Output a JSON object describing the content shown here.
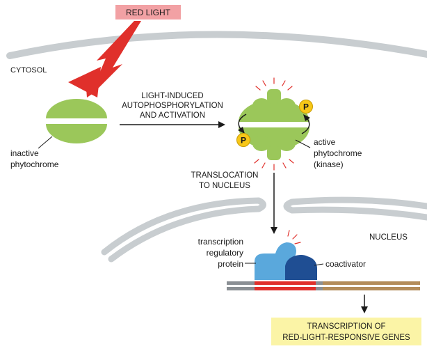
{
  "labels": {
    "red_light": "RED LIGHT",
    "cytosol": "CYTOSOL",
    "activation_line1": "LIGHT-INDUCED",
    "activation_line2": "AUTOPHOSPHORYLATION",
    "activation_line3": "AND ACTIVATION",
    "inactive_line1": "inactive",
    "inactive_line2": "phytochrome",
    "active_line1": "active",
    "active_line2": "phytochrome",
    "active_line3": "(kinase)",
    "phosphate_top": "P",
    "phosphate_bottom": "P",
    "translocation_line1": "TRANSLOCATION",
    "translocation_line2": "TO NUCLEUS",
    "nucleus": "NUCLEUS",
    "trp_line1": "transcription",
    "trp_line2": "regulatory",
    "trp_line3": "protein",
    "coactivator": "coactivator",
    "result_line1": "TRANSCRIPTION OF",
    "result_line2": "RED-LIGHT-RESPONSIVE GENES"
  },
  "colors": {
    "membrane": "#c8cdd0",
    "phytochrome": "#9bc75a",
    "lightning": "#e0302b",
    "red_light_box": "#f2a1a4",
    "phosphate": "#f7c718",
    "regulatory_protein": "#5aa8dc",
    "coactivator": "#1f4e93",
    "dna_grey": "#8a8f94",
    "dna_red": "#e0302b",
    "dna_tan": "#b38c5a",
    "result_box": "#fbf4a6",
    "glow": "#e0302b"
  }
}
